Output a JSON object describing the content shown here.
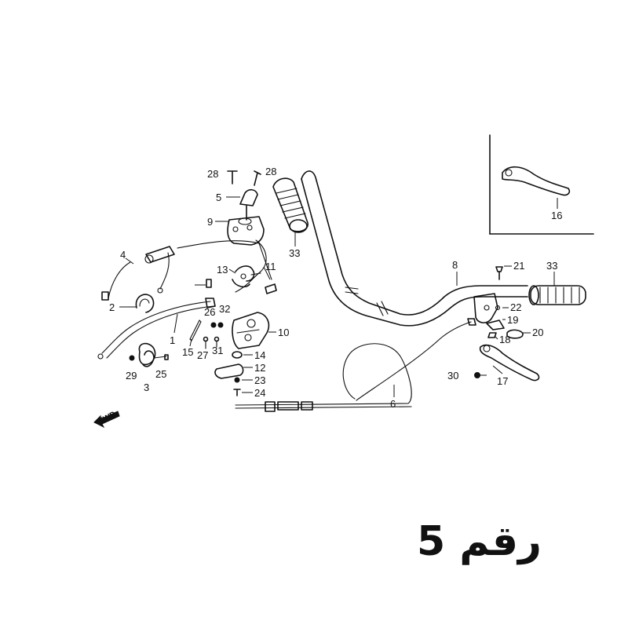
{
  "diagram": {
    "callouts": [
      "1",
      "2",
      "3",
      "4",
      "5",
      "6",
      "8",
      "9",
      "10",
      "11",
      "12",
      "13",
      "14",
      "15",
      "16",
      "17",
      "18",
      "19",
      "20",
      "21",
      "22",
      "23",
      "24",
      "25",
      "26",
      "27",
      "28",
      "28",
      "29",
      "30",
      "31",
      "32",
      "33",
      "33"
    ],
    "direction_mark": "FWD",
    "caption": "رقم 5"
  }
}
